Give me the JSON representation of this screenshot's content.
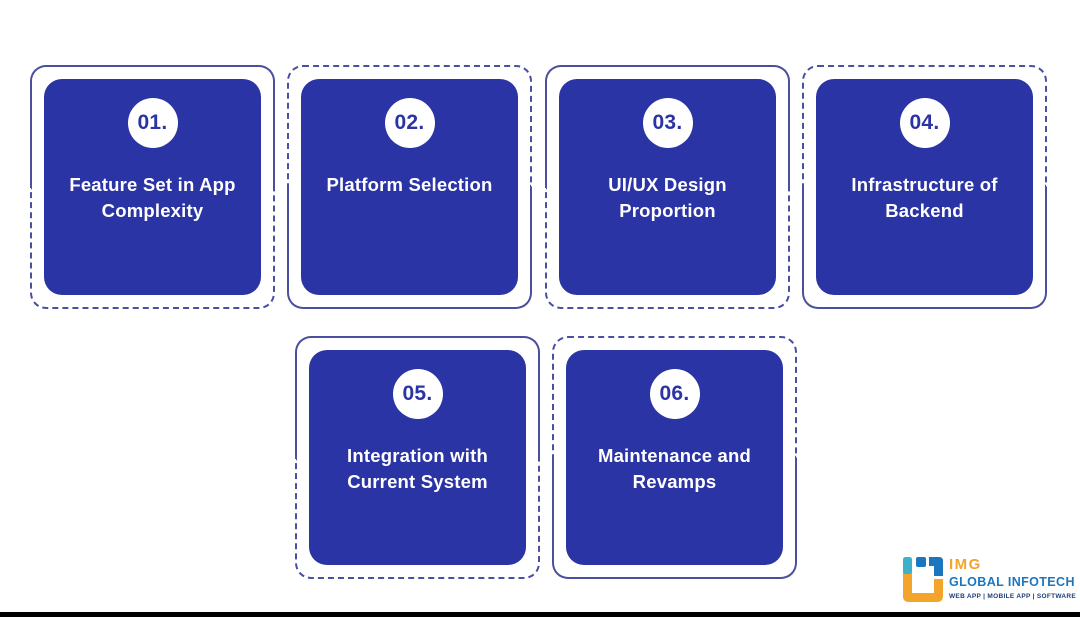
{
  "meta": {
    "background": "#ffffff",
    "bottom_bar_color": "#000000"
  },
  "colors": {
    "card_fill": "#2b34a5",
    "card_outline": "#4a509f",
    "circle_fill": "#ffffff",
    "number_text": "#2b34a5",
    "title_text": "#ffffff"
  },
  "cards": [
    {
      "number": "01.",
      "title": "Feature Set in App Complexity",
      "outline_style": "solid-top-dashed-bottom"
    },
    {
      "number": "02.",
      "title": "Platform Selection",
      "outline_style": "dashed-top-solid-bottom"
    },
    {
      "number": "03.",
      "title": "UI/UX Design Proportion",
      "outline_style": "solid-top-dashed-bottom"
    },
    {
      "number": "04.",
      "title": "Infrastructure of Backend",
      "outline_style": "dashed-top-solid-bottom"
    },
    {
      "number": "05.",
      "title": "Integration with Current System",
      "outline_style": "solid-top-dashed-bottom"
    },
    {
      "number": "06.",
      "title": "Maintenance and Revamps",
      "outline_style": "dashed-top-solid-bottom"
    }
  ],
  "logo": {
    "name": "IMG",
    "line2": "GLOBAL INFOTECH",
    "tagline": "WEB APP | MOBILE APP | SOFTWARE",
    "colors": {
      "orange": "#f2a52a",
      "blue": "#1b76c0",
      "teal": "#3fb0c9",
      "navy": "#1d3c77"
    }
  }
}
